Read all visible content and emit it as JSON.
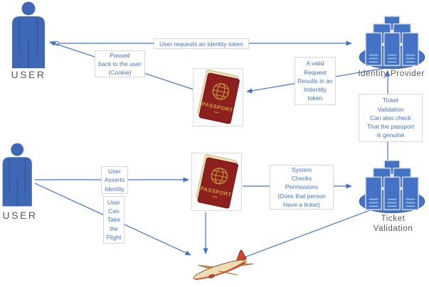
{
  "diagram_title": "Identity token and ticket validation flow (passport analogy)",
  "colors": {
    "person_fill": "#3e68b5",
    "person_detail": "#32548f",
    "server_fill": "#4472c4",
    "server_stroke": "#d6dce5",
    "server_detail": "#9dc3e6",
    "ellipse_stroke": "#3a5a9b",
    "arrow": "#4472c4",
    "note_border": "#d7d7d7",
    "note_text": "#4472c4",
    "label_text": "#595959",
    "passport_cover": "#8e1f1f",
    "passport_gold": "#c8a13e",
    "passport_pages": "#efe0b9",
    "plane_body": "#f0dcb2",
    "plane_red": "#d4452a",
    "plane_orange": "#e2a23c"
  },
  "nodes": {
    "user_top": {
      "label": "USER",
      "icon": "user-icon"
    },
    "user_bottom": {
      "label": "USER",
      "icon": "user-icon"
    },
    "identity_provider": {
      "label": "Identity Provider",
      "icon": "server-farm-icon"
    },
    "ticket_validation": {
      "label_lines": [
        "Ticket",
        "Validation"
      ],
      "icon": "server-farm-icon"
    },
    "passport_top": {
      "icon": "passport-icon",
      "cover_text": "PASSPORT"
    },
    "passport_bottom": {
      "icon": "passport-icon",
      "cover_text": "PASSPORT"
    },
    "airplane": {
      "icon": "airplane-icon"
    }
  },
  "annotations": {
    "request_token": {
      "text": "User requests an Identity token"
    },
    "passed_back": {
      "lines": [
        "Passed",
        "back to the user",
        "(Cookie)"
      ]
    },
    "valid_request": {
      "lines": [
        "A valid",
        "Request",
        "Results in an",
        "Indentity",
        "token"
      ]
    },
    "ticket_validation_check": {
      "lines": [
        "Ticket",
        "Validation",
        "Can also check",
        "That the passport",
        "is genuine"
      ]
    },
    "user_asserts": {
      "lines": [
        "User",
        "Asserts",
        "Identity"
      ]
    },
    "user_can_take": {
      "lines": [
        "User",
        "Can",
        "Take",
        "the",
        "Flight"
      ]
    },
    "system_checks": {
      "lines": [
        "System",
        "Checks",
        "Permissions",
        "(Does that person",
        "Have a ticket)"
      ]
    }
  }
}
